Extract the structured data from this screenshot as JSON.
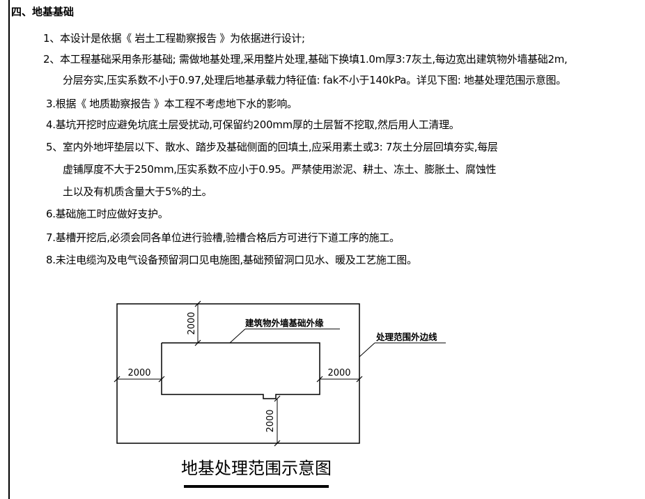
{
  "section_heading": "四、地基基础",
  "notes": [
    "1、本设计是依据《 岩土工程勘察报告 》为依据进行设计;",
    "2、本工程基础采用条形基础; 需做地基处理,采用整片处理,基础下换填1.0m厚3:7灰土,每边宽出建筑物外墙基础2m,",
    "分层夯实,压实系数不小于0.97,处理后地基承载力特征值: fak不小于140kPa。详见下图: 地基处理范围示意图。",
    "3.根据《 地质勘察报告 》本工程不考虑地下水的影响。",
    "4.基坑开挖时应避免坑底土层受扰动,可保留约200mm厚的土层暂不挖取,然后用人工清理。",
    "5、室内外地坪垫层以下、散水、踏步及基础侧面的回填土,应采用素土或3: 7灰土分层回填夯实,每层",
    "虚铺厚度不大于250mm,压实系数不应小于0.95。严禁使用淤泥、耕土、冻土、膨胀土、腐蚀性",
    "土以及有机质含量大于5%的土。",
    "6.基础施工时应做好支护。",
    "7.基槽开挖后,必须会同各单位进行验槽,验槽合格后方可进行下道工序的施工。",
    "8.未注电缆沟及电气设备预留洞口见电施图,基础预留洞口见水、暖及工艺施工图。"
  ],
  "diagram": {
    "title": "地基处理范围示意图",
    "label_inner": "建筑物外墙基础外缘",
    "label_outer": "处理范围外边线",
    "dim_top": "2000",
    "dim_left": "2000",
    "dim_right": "2000",
    "dim_bottom": "2000"
  }
}
